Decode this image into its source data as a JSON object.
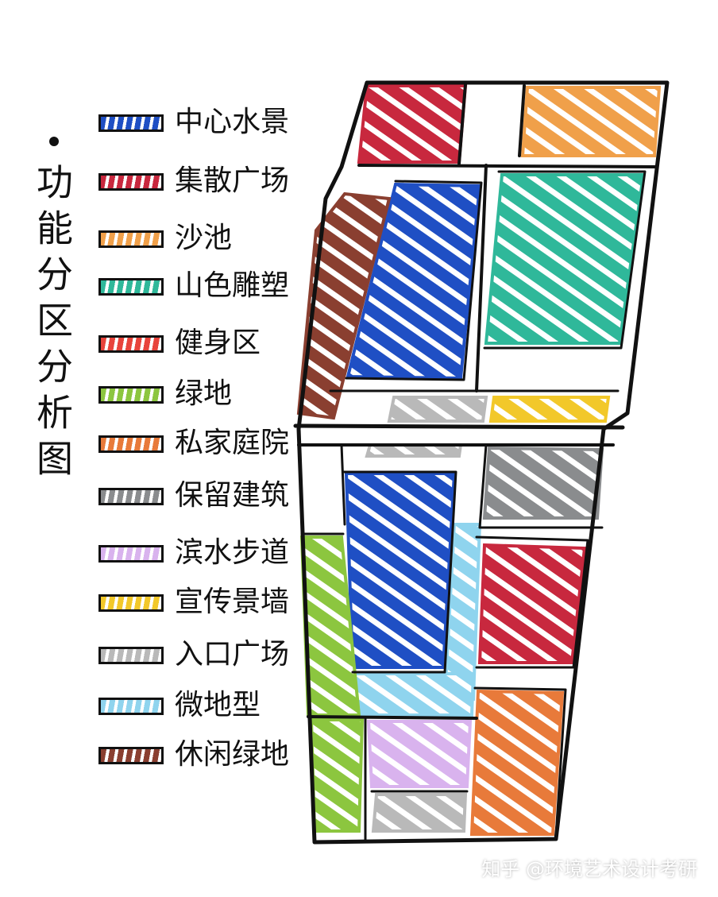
{
  "title": "功能分区分析图",
  "colors": {
    "water": "#1f4fc4",
    "square": "#c8283e",
    "sand": "#f0a04a",
    "sculpture": "#2fb89a",
    "fitness": "#e8443c",
    "green": "#8cc63f",
    "courtyard": "#e87a3a",
    "kept": "#8a8c8e",
    "walk": "#d9b3ee",
    "wall": "#f2c82a",
    "entry": "#b9b9b9",
    "micro": "#8fd4ee",
    "leisure": "#8a3f30",
    "ink": "#111111"
  },
  "legend": [
    {
      "label": "中心水景",
      "color_key": "water",
      "icon": "hatch-swatch"
    },
    {
      "label": "集散广场",
      "color_key": "square",
      "icon": "hatch-swatch"
    },
    {
      "label": "沙池",
      "color_key": "sand",
      "icon": "hatch-swatch"
    },
    {
      "label": "山色雕塑",
      "color_key": "sculpture",
      "icon": "hatch-swatch"
    },
    {
      "label": "健身区",
      "color_key": "fitness",
      "icon": "hatch-swatch"
    },
    {
      "label": "绿地",
      "color_key": "green",
      "icon": "hatch-swatch"
    },
    {
      "label": "私家庭院",
      "color_key": "courtyard",
      "icon": "hatch-swatch"
    },
    {
      "label": "保留建筑",
      "color_key": "kept",
      "icon": "hatch-swatch"
    },
    {
      "label": "滨水步道",
      "color_key": "walk",
      "icon": "hatch-swatch"
    },
    {
      "label": "宣传景墙",
      "color_key": "wall",
      "icon": "hatch-swatch"
    },
    {
      "label": "入口广场",
      "color_key": "entry",
      "icon": "hatch-swatch"
    },
    {
      "label": "微地型",
      "color_key": "micro",
      "icon": "hatch-swatch"
    },
    {
      "label": "休闲绿地",
      "color_key": "leisure",
      "icon": "hatch-swatch"
    }
  ],
  "watermark": "知乎 @环境艺术设计考研"
}
